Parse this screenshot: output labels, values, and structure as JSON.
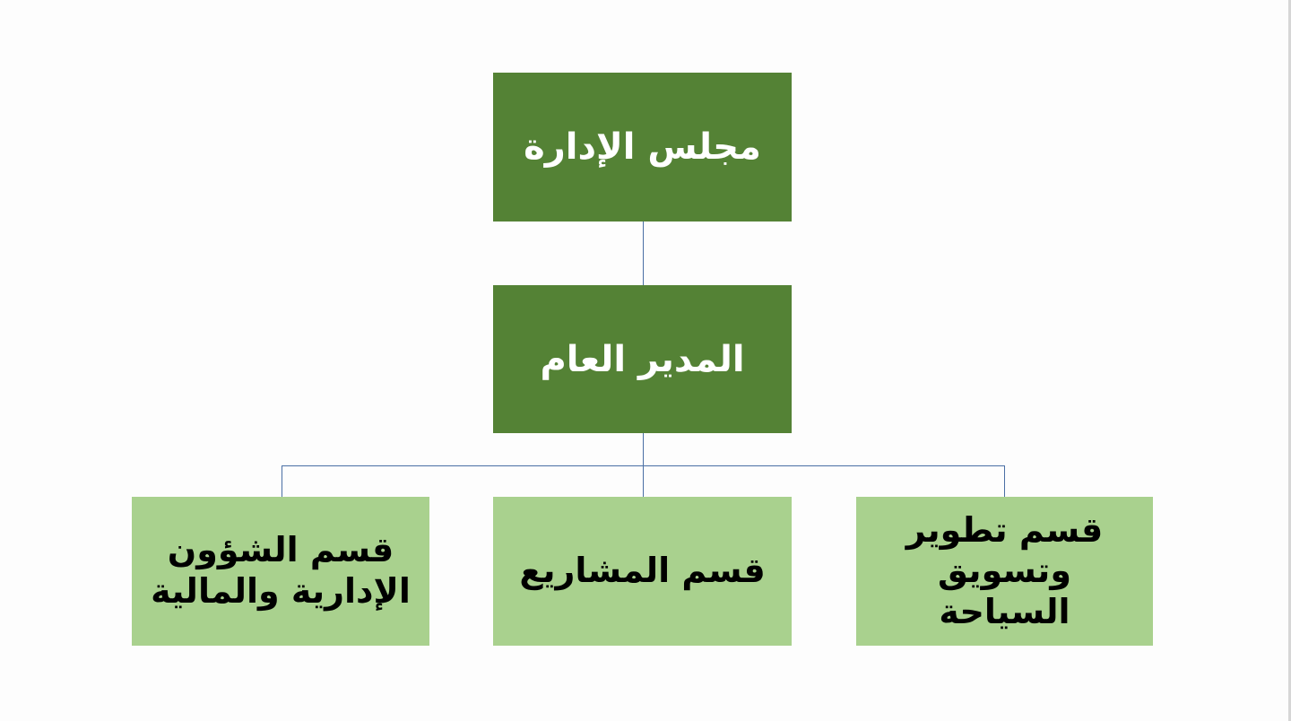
{
  "diagram": {
    "type": "org-chart",
    "colors": {
      "top_level_fill": "#548235",
      "top_level_text": "#ffffff",
      "department_fill": "#a9d18e",
      "department_text": "#000000",
      "connector": "#4a6fa5",
      "background": "#fdfdfd"
    },
    "board": {
      "label": "مجلس الإدارة"
    },
    "general_manager": {
      "label": "المدير العام"
    },
    "departments": [
      {
        "label": "قسم تطوير\nوتسويق السياحة"
      },
      {
        "label": "قسم المشاريع"
      },
      {
        "label": "قسم الشؤون\nالإدارية والمالية"
      }
    ]
  }
}
